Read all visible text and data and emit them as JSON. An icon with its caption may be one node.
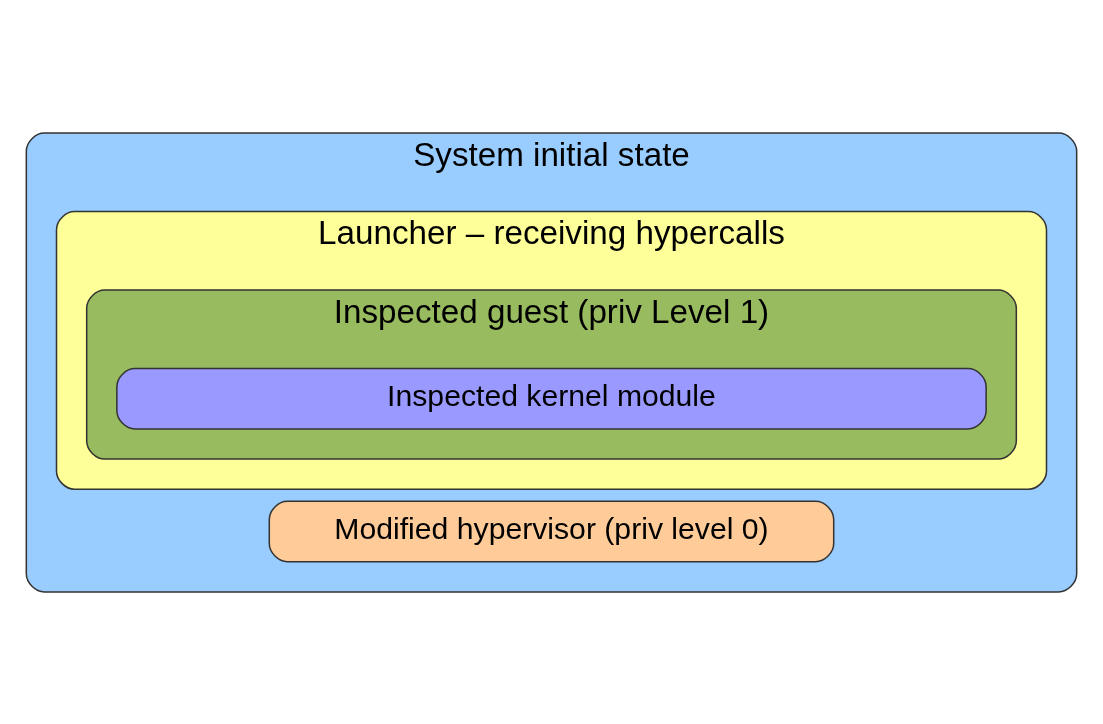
{
  "diagram": {
    "nodes": [
      {
        "text": [
          "System initial state"
        ]
      },
      {
        "text": [
          "Launcher – receiving hypercalls"
        ],
        "in": 0
      },
      {
        "text": [
          "Inspected guest (priv Level 1)"
        ],
        "in": 1
      },
      {
        "text": [
          "Inspected kernel module"
        ],
        "in": 2
      },
      {
        "text": [
          "Modified hypervisor (priv level 0)"
        ],
        "in": 0
      }
    ]
  }
}
